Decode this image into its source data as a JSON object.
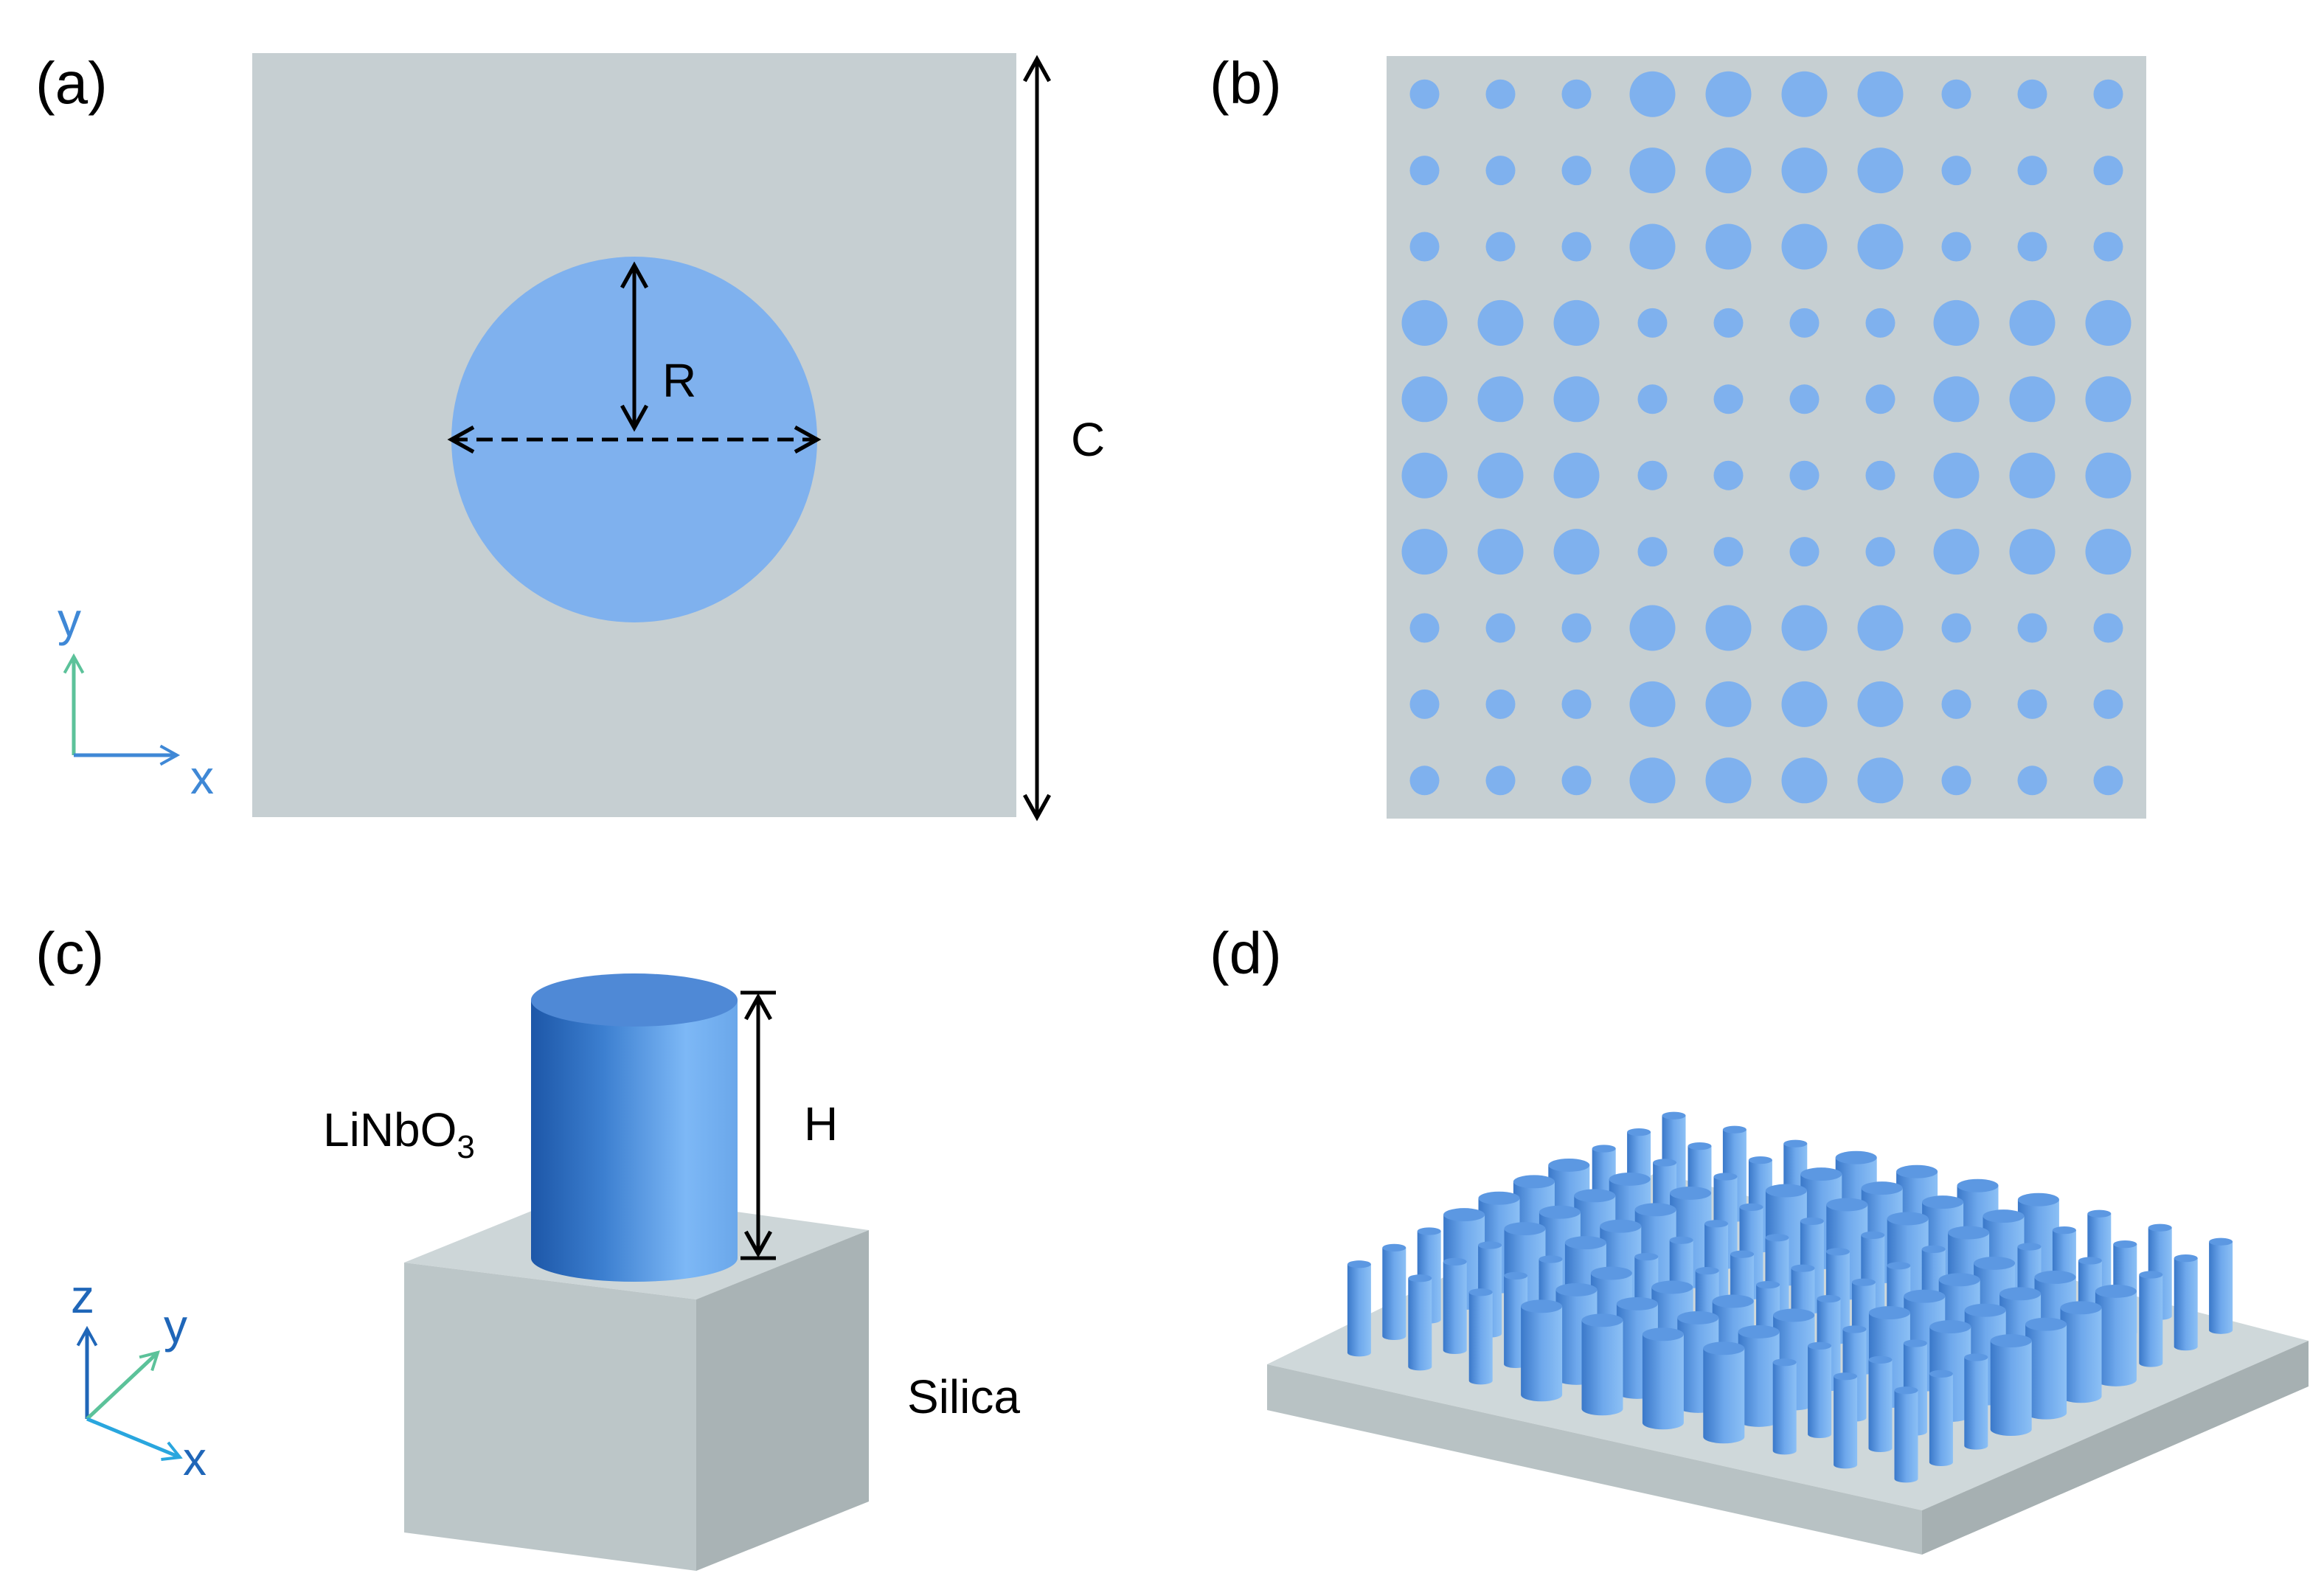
{
  "panels": {
    "a": {
      "label": "(a)",
      "radius_label": "R",
      "period_label": "C",
      "axis_y": "y",
      "axis_x": "x"
    },
    "b": {
      "label": "(b)"
    },
    "c": {
      "label": "(c)",
      "pillar_label_main": "LiNbO",
      "pillar_label_sub": "3",
      "height_label": "H",
      "substrate_label": "Silica",
      "axis_z": "z",
      "axis_y": "y",
      "axis_x": "x"
    },
    "d": {
      "label": "(d)"
    }
  },
  "colors": {
    "background_gray": "#c6cfd2",
    "pillar_blue": "#7fb1ee",
    "axis_x_blue": "#3f88d6",
    "axis_y_green": "#5cc29a",
    "axis_z_blue": "#1f66b8",
    "axis_x_cyan": "#29a6de"
  },
  "metasurface_pattern": {
    "description_key": "size classes per unit cell (1=small, 2=medium, 3=large)",
    "rows": [
      [
        1,
        1,
        1,
        3,
        3,
        3,
        3,
        1,
        1,
        1
      ],
      [
        1,
        1,
        1,
        3,
        3,
        3,
        3,
        1,
        1,
        1
      ],
      [
        1,
        1,
        1,
        3,
        3,
        3,
        3,
        1,
        1,
        1
      ],
      [
        3,
        3,
        3,
        1,
        1,
        1,
        1,
        3,
        3,
        3
      ],
      [
        3,
        3,
        3,
        1,
        1,
        1,
        1,
        3,
        3,
        3
      ],
      [
        3,
        3,
        3,
        1,
        1,
        1,
        1,
        3,
        3,
        3
      ],
      [
        3,
        3,
        3,
        1,
        1,
        1,
        1,
        3,
        3,
        3
      ],
      [
        1,
        1,
        1,
        3,
        3,
        3,
        3,
        1,
        1,
        1
      ],
      [
        1,
        1,
        1,
        3,
        3,
        3,
        3,
        1,
        1,
        1
      ],
      [
        1,
        1,
        1,
        3,
        3,
        3,
        3,
        1,
        1,
        1
      ]
    ]
  }
}
